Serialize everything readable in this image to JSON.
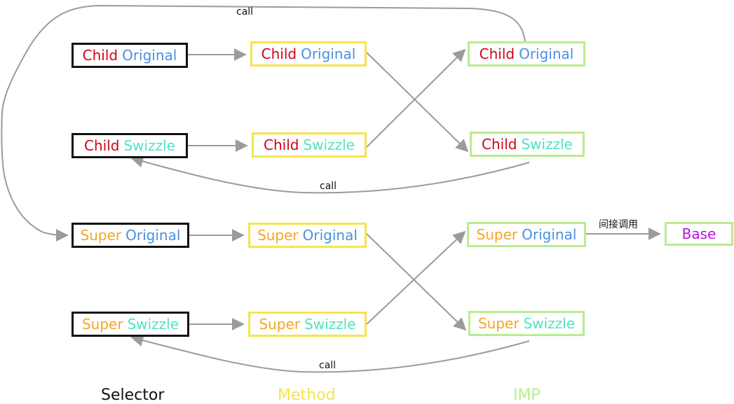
{
  "nodes": {
    "sel_child_orig": {
      "a": "Child",
      "b": "Original"
    },
    "sel_child_swz": {
      "a": "Child",
      "b": "Swizzle"
    },
    "sel_super_orig": {
      "a": "Super",
      "b": "Original"
    },
    "sel_super_swz": {
      "a": "Super",
      "b": "Swizzle"
    },
    "meth_child_orig": {
      "a": "Child",
      "b": "Original"
    },
    "meth_child_swz": {
      "a": "Child",
      "b": "Swizzle"
    },
    "meth_super_orig": {
      "a": "Super",
      "b": "Original"
    },
    "meth_super_swz": {
      "a": "Super",
      "b": "Swizzle"
    },
    "imp_child_orig": {
      "a": "Child",
      "b": "Original"
    },
    "imp_child_swz": {
      "a": "Child",
      "b": "Swizzle"
    },
    "imp_super_orig": {
      "a": "Super",
      "b": "Original"
    },
    "imp_super_swz": {
      "a": "Super",
      "b": "Swizzle"
    },
    "base": {
      "label": "Base"
    }
  },
  "edge_labels": {
    "top_call": "call",
    "child_call": "call",
    "super_call": "call",
    "indirect_call": "间接调用"
  },
  "columns": {
    "selector": "Selector",
    "method": "Method",
    "imp": "IMP"
  },
  "colors": {
    "child": "#d0021b",
    "super": "#f5a623",
    "original": "#4a90e2",
    "swizzle": "#50e3c2",
    "base": "#bd10e0",
    "selector_border": "#111111",
    "method_border": "#f7e44a",
    "imp_border": "#b9ec8f",
    "arrow": "#9b9b9b"
  }
}
